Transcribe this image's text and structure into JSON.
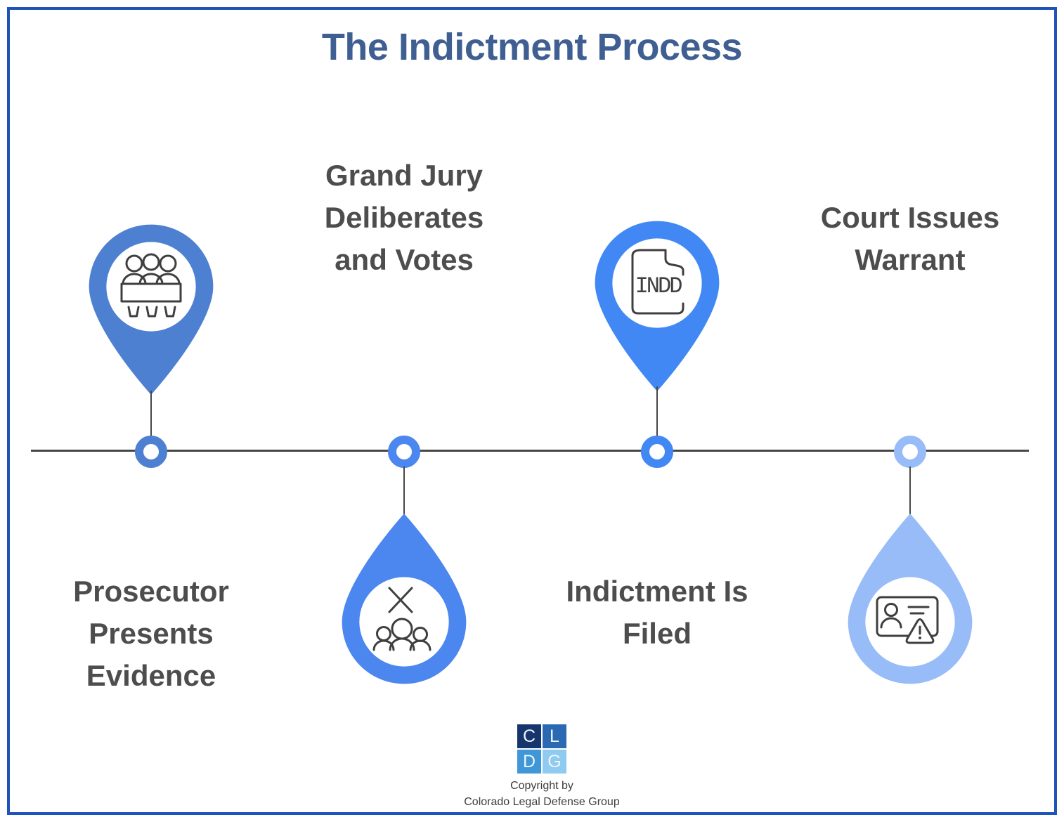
{
  "frame": {
    "border_color": "#1f53ba"
  },
  "title": {
    "text": "The Indictment Process",
    "color": "#3f5f92"
  },
  "timeline": {
    "line_color": "#474747",
    "icon_stroke_color": "#3f3f3f"
  },
  "steps": [
    {
      "label": "Prosecutor\nPresents\nEvidence",
      "color": "#4e80d2",
      "icon": "jury-panel-icon",
      "pin_direction": "down",
      "label_position": "below"
    },
    {
      "label": "Grand Jury\nDeliberates\nand Votes",
      "color": "#4c86ef",
      "icon": "rejected-vote-people-icon",
      "pin_direction": "up",
      "label_position": "above"
    },
    {
      "label": "Indictment Is\nFiled",
      "color": "#4288f4",
      "icon": "indd-document-icon",
      "icon_label": "INDD",
      "pin_direction": "down",
      "label_position": "below"
    },
    {
      "label": "Court Issues\nWarrant",
      "color": "#97bcf7",
      "icon": "warrant-id-card-icon",
      "pin_direction": "up",
      "label_position": "above"
    }
  ],
  "footer": {
    "logo": {
      "tiles": [
        {
          "letter": "C",
          "color": "#16356d"
        },
        {
          "letter": "L",
          "color": "#2b69b3"
        },
        {
          "letter": "D",
          "color": "#3f97d8"
        },
        {
          "letter": "G",
          "color": "#8fcaf0"
        }
      ]
    },
    "copyright": "Copyright by\nColorado Legal Defense Group"
  }
}
